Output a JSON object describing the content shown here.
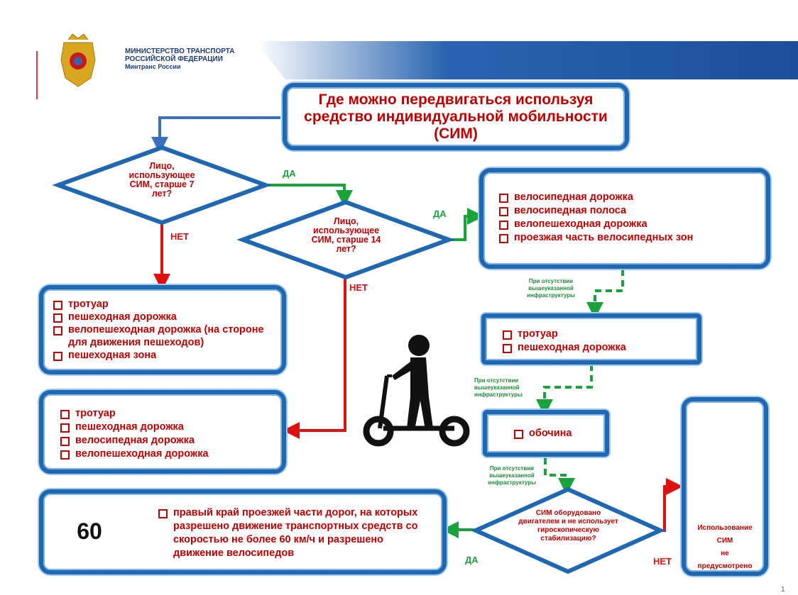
{
  "header": {
    "ministry_line1": "МИНИСТЕРСТВО ТРАНСПОРТА",
    "ministry_line2": "РОССИЙСКОЙ ФЕДЕРАЦИИ",
    "ministry_short": "Минтранс России",
    "logo": "russian-coat-of-arms-emblem"
  },
  "title": "Где можно передвигаться используя средство индивидуальной мобильности (СИМ)",
  "decision1": "Лицо, использующее СИМ, старше 7 лет?",
  "decision2": "Лицо, использующее СИМ, старше 14 лет?",
  "decision3": "СИМ оборудовано двигателем и не использует гироскопическую стабилизацию?",
  "labels": {
    "yes": "ДА",
    "no": "НЕТ"
  },
  "note": "При отсутствии вышеуказанной инфраструктуры",
  "box_under7": [
    "тротуар",
    "пешеходная дорожка",
    "велопешеходная дорожка (на стороне для движения пешеходов)",
    "пешеходная зона"
  ],
  "box_7to14": [
    "тротуар",
    "пешеходная дорожка",
    "велосипедная дорожка",
    "велопешеходная дорожка"
  ],
  "box_over14": [
    "велосипедная дорожка",
    "велосипедная полоса",
    "велопешеходная дорожка",
    "проезжая часть велосипедных зон"
  ],
  "box_sidewalk": [
    "тротуар",
    "пешеходная дорожка"
  ],
  "box_shoulder": [
    "обочина"
  ],
  "box_road": {
    "sign": "60",
    "text": "правый край проезжей части дорог, на которых разрешено движение транспортных средств со скоростью не более 60 км/ч и разрешено движение велосипедов"
  },
  "box_prohibited": {
    "line1": "Использование",
    "line2": "СИМ",
    "line3": "не",
    "line4": "предусмотрено"
  },
  "icons": {
    "scooter": "scooter-rider-icon",
    "pedestrian": "walking-person-icon"
  },
  "colors": {
    "blue": "#1f67b1",
    "red": "#c00000",
    "green": "#1aa33a",
    "arrow_red": "#e01010",
    "arrow_blue": "#3d6fbf"
  },
  "page_number": "1"
}
